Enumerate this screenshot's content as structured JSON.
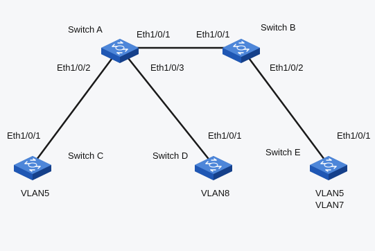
{
  "switches": [
    {
      "id": "A",
      "name": "Switch A",
      "icon": "network-switch-icon",
      "vlans": []
    },
    {
      "id": "B",
      "name": "Switch B",
      "icon": "network-switch-icon",
      "vlans": []
    },
    {
      "id": "C",
      "name": "Switch C",
      "icon": "network-switch-icon",
      "vlans": [
        "VLAN5"
      ]
    },
    {
      "id": "D",
      "name": "Switch D",
      "icon": "network-switch-icon",
      "vlans": [
        "VLAN8"
      ]
    },
    {
      "id": "E",
      "name": "Switch E",
      "icon": "network-switch-icon",
      "vlans": [
        "VLAN5",
        "VLAN7"
      ]
    }
  ],
  "links": [
    {
      "from": "A",
      "to": "B",
      "from_port": "Eth1/0/1",
      "to_port": "Eth1/0/1"
    },
    {
      "from": "A",
      "to": "C",
      "from_port": "Eth1/0/2",
      "to_port": "Eth1/0/1"
    },
    {
      "from": "A",
      "to": "D",
      "from_port": "Eth1/0/3",
      "to_port": "Eth1/0/1"
    },
    {
      "from": "B",
      "to": "E",
      "from_port": "Eth1/0/2",
      "to_port": "Eth1/0/1"
    }
  ],
  "colors": {
    "background": "#f6f7f9",
    "link": "#1a1a1a",
    "switch_body": "#1f57b4",
    "switch_top": "#4d86d9",
    "switch_side": "#15408a",
    "switch_mark": "#ffffff",
    "text": "#111111"
  }
}
